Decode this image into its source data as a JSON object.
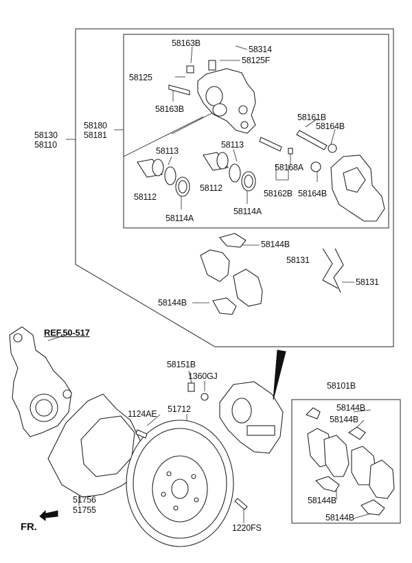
{
  "labels": {
    "l58163b_top": "58163B",
    "l58314": "58314",
    "l58125f": "58125F",
    "l58125": "58125",
    "l58163b_mid": "58163B",
    "l58161b": "58161B",
    "l58164b_top": "58164B",
    "l58180": "58180",
    "l58181": "58181",
    "l58130": "58130",
    "l58110": "58110",
    "l58113_left": "58113",
    "l58113_right": "58113",
    "l58168a": "58168A",
    "l58112_left": "58112",
    "l58112_right": "58112",
    "l58162b": "58162B",
    "l58164b_bot": "58164B",
    "l58114a_left": "58114A",
    "l58114a_right": "58114A",
    "l58144b_1": "58144B",
    "l58131_1": "58131",
    "l58131_2": "58131",
    "l58144b_2": "58144B",
    "ref": "REF.50-517",
    "l58151b": "58151B",
    "l1360gj": "1360GJ",
    "l58101b": "58101B",
    "l1124ae": "1124AE",
    "l51712": "51712",
    "l58144b_k1": "58144B",
    "l58144b_k2": "58144B",
    "l58144b_k3": "58144B",
    "l58144b_k4": "58144B",
    "l51756": "51756",
    "l51755": "51755",
    "l1220fs": "1220FS",
    "fr": "FR."
  }
}
